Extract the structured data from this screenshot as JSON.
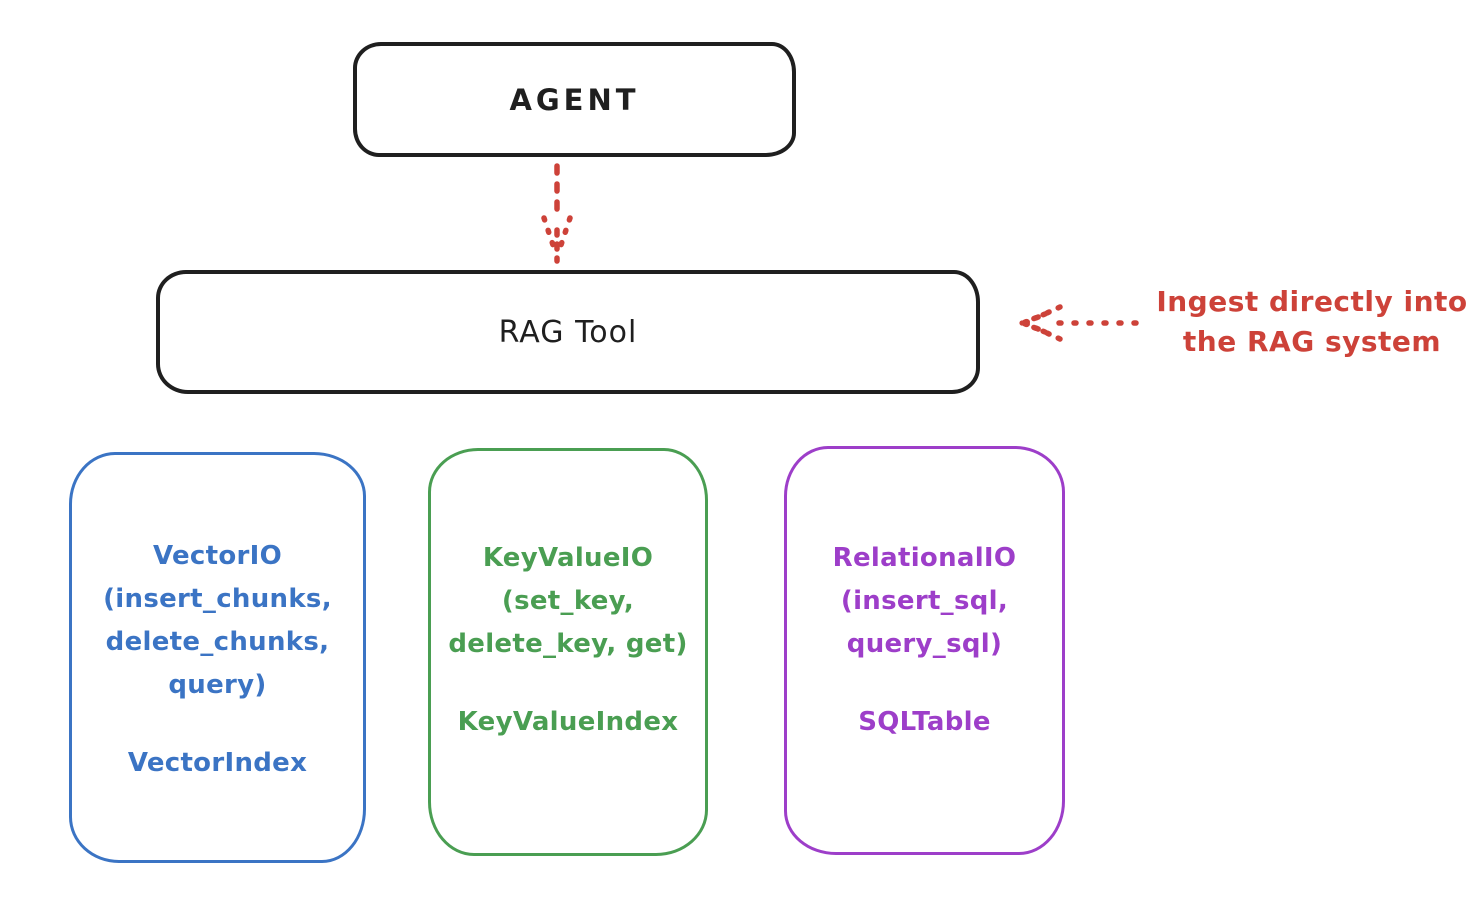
{
  "colors": {
    "ink": "#1f1f1f",
    "red": "#cd4239",
    "blue": "#3b74c4",
    "green": "#4a9e52",
    "purple": "#9d3ec9"
  },
  "agent": {
    "label": "AGENT"
  },
  "rag_tool": {
    "label": "RAG Tool"
  },
  "ingest_note": {
    "line1": "Ingest directly into",
    "line2": "the RAG system"
  },
  "stores": [
    {
      "name": "vector-io",
      "color": "#3b74c4",
      "lines": [
        "VectorIO",
        "(insert_chunks,",
        "delete_chunks,",
        "query)"
      ],
      "index": "VectorIndex"
    },
    {
      "name": "keyvalue-io",
      "color": "#4a9e52",
      "lines": [
        "KeyValueIO",
        "(set_key,",
        "delete_key, get)"
      ],
      "index": "KeyValueIndex"
    },
    {
      "name": "relational-io",
      "color": "#9d3ec9",
      "lines": [
        "RelationalIO",
        "(insert_sql,",
        "query_sql)"
      ],
      "index": "SQLTable"
    }
  ]
}
